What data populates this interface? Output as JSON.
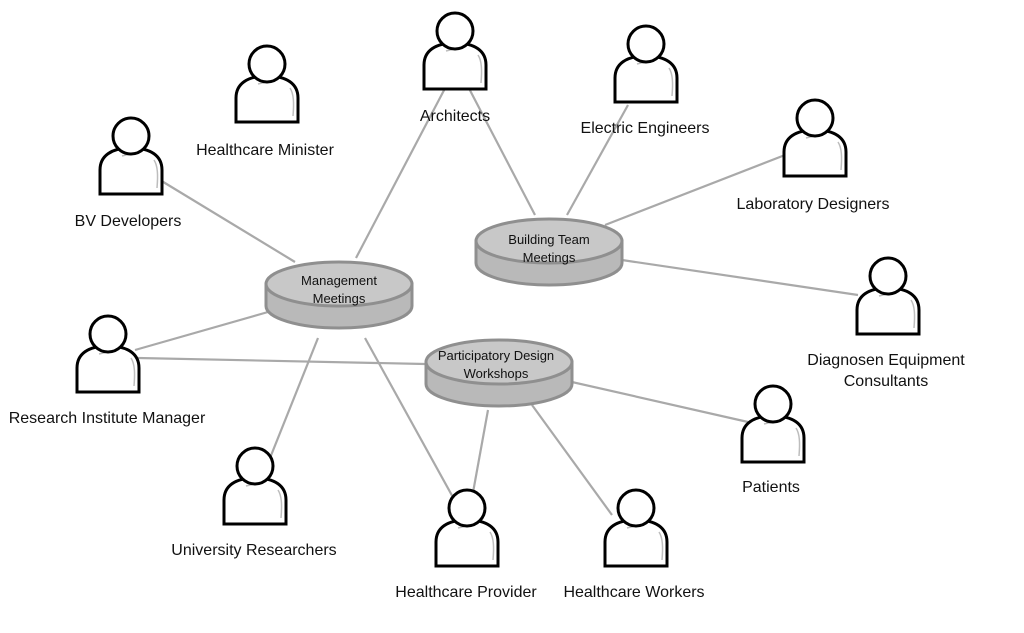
{
  "hubs": {
    "management": {
      "line1": "Management",
      "line2": "Meetings"
    },
    "building": {
      "line1": "Building Team",
      "line2": "Meetings"
    },
    "workshops": {
      "line1": "Participatory Design",
      "line2": "Workshops"
    }
  },
  "people": {
    "healthcare_minister": {
      "line1": "Healthcare Minister"
    },
    "architects": {
      "line1": "Architects"
    },
    "electric_engineers": {
      "line1": "Electric Engineers"
    },
    "bv_developers": {
      "line1": "BV Developers"
    },
    "laboratory_designers": {
      "line1": "Laboratory Designers"
    },
    "diagnosen": {
      "line1": "Diagnosen Equipment",
      "line2": "Consultants"
    },
    "research_manager": {
      "line1": "Research Institute Manager"
    },
    "patients": {
      "line1": "Patients"
    },
    "university": {
      "line1": "University Researchers"
    },
    "provider": {
      "line1": "Healthcare Provider"
    },
    "workers": {
      "line1": "Healthcare Workers"
    }
  },
  "colors": {
    "edge": "#a9a9a9",
    "hub_fill": "#c8c8c8",
    "hub_stroke": "#8f8f8f",
    "person_outline": "#000000"
  },
  "icons": {
    "person": "person-icon",
    "hub": "cylinder-disc-icon"
  }
}
